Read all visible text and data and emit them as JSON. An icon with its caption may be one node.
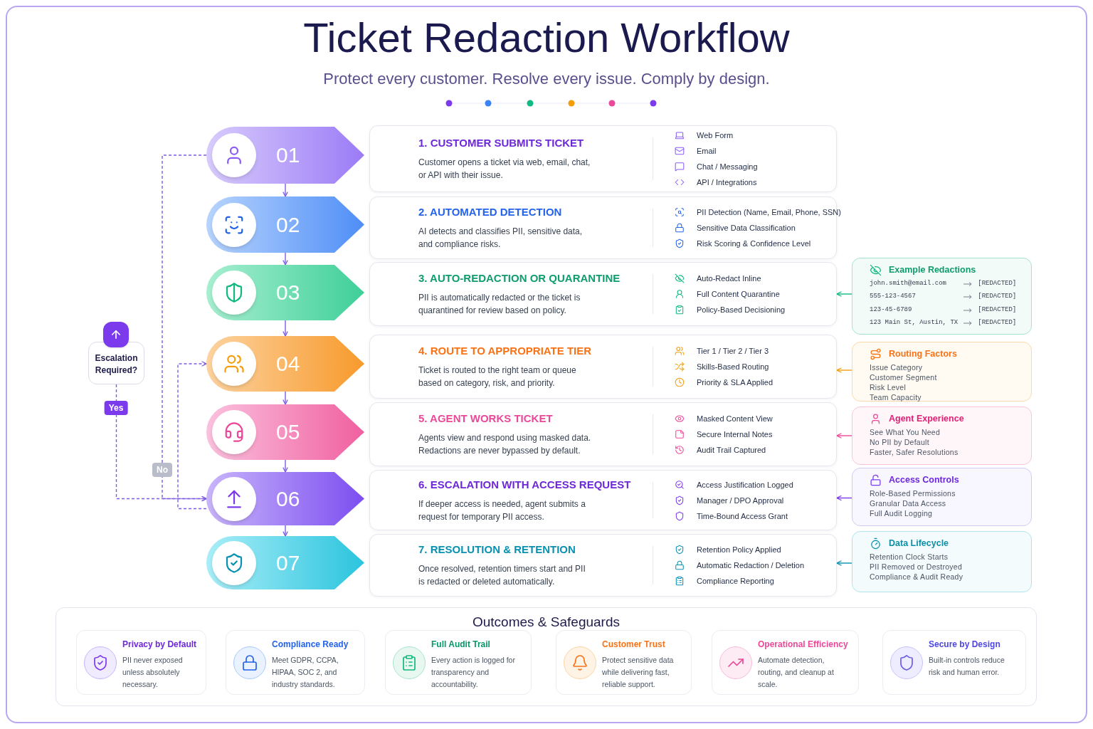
{
  "diagram": {
    "title": "Ticket Redaction Workflow",
    "nodes": [
      {
        "text": [
          "01"
        ]
      },
      {
        "text": [
          "02"
        ]
      },
      {
        "text": [
          "03"
        ]
      },
      {
        "text": [
          "04"
        ]
      },
      {
        "text": [
          "05"
        ]
      },
      {
        "text": [
          "06"
        ]
      },
      {
        "text": [
          "07"
        ]
      },
      {
        "text": [
          "1. CUSTOMER SUBMITS TICKET",
          "Customer opens a ticket via web, email, chat, or API with their issue.",
          "Web Form",
          "Email",
          "Chat / Messaging",
          "API / Integrations"
        ]
      },
      {
        "text": [
          "2. AUTOMATED DETECTION",
          "AI detects and classifies PII, sensitive data, and compliance risks.",
          "PII Detection (Name, Email, Phone, SSN)",
          "Sensitive Data Classification",
          "Risk Scoring & Confidence Level"
        ]
      },
      {
        "text": [
          "3. AUTO-REDACTION OR QUARANTINE",
          "PII is automatically redacted or the ticket is quarantined for review based on policy.",
          "Auto-Redact Inline",
          "Full Content Quarantine",
          "Policy-Based Decisioning"
        ]
      },
      {
        "text": [
          "4. ROUTE TO APPROPRIATE TIER",
          "Ticket is routed to the right team or queue based on category, risk, and priority.",
          "Tier 1 / Tier 2 / Tier 3",
          "Skills-Based Routing",
          "Priority & SLA Applied"
        ]
      },
      {
        "text": [
          "5. AGENT WORKS TICKET",
          "Agents view and respond using masked data. Redactions are never bypassed by default.",
          "Masked Content View",
          "Secure Internal Notes",
          "Audit Trail Captured"
        ]
      },
      {
        "text": [
          "6. ESCALATION WITH ACCESS REQUEST",
          "If deeper access is needed, agent submits a request for temporary PII access.",
          "Access Justification Logged",
          "Manager / DPO Approval",
          "Time-Bound Access Grant"
        ]
      },
      {
        "text": [
          "7. RESOLUTION & RETENTION",
          "Once resolved, retention timers start and PII is redacted or deleted automatically.",
          "Retention Policy Applied",
          "Automatic Redaction / Deletion",
          "Compliance Reporting"
        ]
      },
      {
        "text": [
          "Example Redactions",
          "john.smith@email.com",
          "[REDACTED]",
          "555-123-4567",
          "[REDACTED]",
          "123-45-6789",
          "[REDACTED]",
          "123 Main St, Austin, TX",
          "[REDACTED]"
        ]
      },
      {
        "text": [
          "Routing Factors",
          "Issue Category",
          "Customer Segment",
          "Risk Level",
          "Team Capacity"
        ]
      },
      {
        "text": [
          "Agent Experience",
          "See What You Need",
          "No PII by Default",
          "Faster, Safer Resolutions"
        ]
      },
      {
        "text": [
          "Access Controls",
          "Role-Based Permissions",
          "Granular Data Access",
          "Full Audit Logging"
        ]
      },
      {
        "text": [
          "Data Lifecycle",
          "Retention Clock Starts",
          "PII Removed or Destroyed",
          "Compliance & Audit Ready"
        ]
      },
      {
        "text": [
          "Escalation Required?"
        ]
      },
      {
        "text": [
          "Outcomes & Safeguards"
        ]
      },
      {
        "text": [
          "Privacy by Default",
          "PII never exposed unless absolutely necessary."
        ],
        "in": 20
      },
      {
        "text": [
          "Compliance Ready",
          "Meet GDPR, CCPA, HIPAA, SOC 2, and industry standards."
        ],
        "in": 20
      },
      {
        "text": [
          "Full Audit Trail",
          "Every action is logged for transparency and accountability."
        ],
        "in": 20
      },
      {
        "text": [
          "Customer Trust",
          "Protect sensitive data while delivering fast, reliable support."
        ],
        "in": 20
      },
      {
        "text": [
          "Operational Efficiency",
          "Automate detection, routing, and cleanup at scale."
        ],
        "in": 20
      },
      {
        "text": [
          "Secure by Design",
          "Built-in controls reduce risk and human error."
        ],
        "in": 20
      }
    ],
    "edges": [
      {
        "from": 0,
        "to": 1,
        "arrow": "to"
      },
      {
        "from": 1,
        "to": 2,
        "arrow": "to"
      },
      {
        "from": 2,
        "to": 3,
        "arrow": "to"
      },
      {
        "from": 3,
        "to": 4,
        "arrow": "to"
      },
      {
        "from": 4,
        "to": 5,
        "arrow": "to"
      },
      {
        "from": 5,
        "to": 6,
        "arrow": "to"
      },
      {
        "from": 14,
        "to": 9,
        "arrow": "to",
        "color": "#10b981"
      },
      {
        "from": 15,
        "to": 10,
        "arrow": "to",
        "color": "#f59e0b"
      },
      {
        "from": 16,
        "to": 11,
        "arrow": "to",
        "color": "#ec4899"
      },
      {
        "from": 17,
        "to": 12,
        "arrow": "to",
        "color": "#7c3aed"
      },
      {
        "from": 18,
        "to": 13,
        "arrow": "to",
        "color": "#0891b2"
      },
      {
        "from": 19,
        "to": 5,
        "arrow": "to",
        "label": "Yes",
        "style": "dashed"
      },
      {
        "from": 0,
        "to": 5,
        "arrow": "to",
        "label": "No",
        "style": "dashed"
      },
      {
        "from": 5,
        "to": 3,
        "arrow": "to",
        "style": "dashed"
      }
    ],
    "labels": [
      "Protect every customer. Resolve every issue. Comply by design."
    ]
  }
}
